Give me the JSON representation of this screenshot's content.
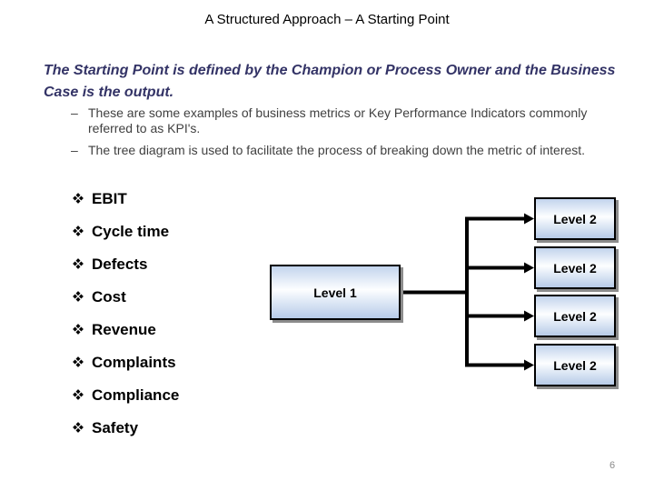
{
  "slide": {
    "title": "A Structured Approach – A Starting Point",
    "page_number": "6"
  },
  "intro": {
    "text": "The Starting Point is defined by the Champion or Process Owner and the Business Case is the output."
  },
  "sub_bullets": {
    "dash": "–",
    "items": [
      "These are some examples of business metrics or Key Performance Indicators commonly referred to as KPI's.",
      "The tree diagram is used to facilitate the process of breaking down the metric of interest."
    ]
  },
  "kpi_list": {
    "bullet_icon": "four-diamonds-bullet",
    "items": [
      "EBIT",
      "Cycle time",
      "Defects",
      "Cost",
      "Revenue",
      "Complaints",
      "Compliance",
      "Safety"
    ]
  },
  "diagram": {
    "level1_label": "Level 1",
    "level2_label": "Level 2",
    "level2_count": 4,
    "colors": {
      "box_border": "#000000",
      "box_gradient_top": "#c3d4ed",
      "box_gradient_mid": "#fdfeff",
      "box_gradient_bottom": "#b7cbe8",
      "shadow": "#8c8c8c",
      "connector": "#000000"
    }
  },
  "colors": {
    "background": "#ffffff",
    "title": "#000000",
    "intro_text": "#333366",
    "sub_bullet_text": "#404040",
    "kpi_text": "#000000",
    "page_number": "#8a8a8a"
  }
}
